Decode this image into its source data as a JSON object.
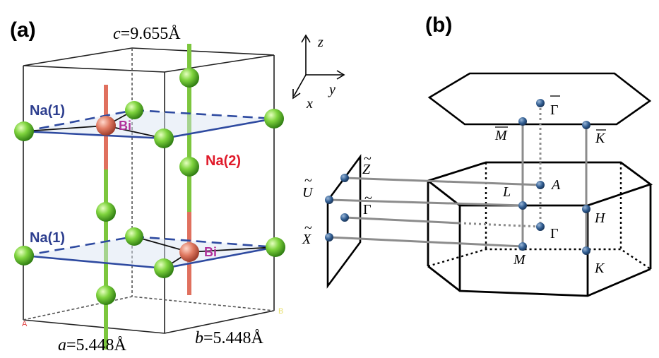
{
  "panels": {
    "a_label": "(a)",
    "b_label": "(b)"
  },
  "lattice": {
    "c_var": "c",
    "c_value": "=9.655Å",
    "a_var": "a",
    "a_value": "=5.448Å",
    "b_var": "b",
    "b_value": "=5.448Å"
  },
  "atoms": {
    "na1_top": "Na(1)",
    "na1_bottom": "Na(1)",
    "na2": "Na(2)",
    "bi_top": "Bi",
    "bi_bottom": "Bi"
  },
  "axes": {
    "z": "z",
    "y": "y",
    "x": "x"
  },
  "corner_marks": {
    "a_corner": "A",
    "b_corner": "B"
  },
  "colors": {
    "na_sphere": "#6fc73a",
    "bi_sphere": "#e2806a",
    "na_bond": "#7cc63d",
    "bi_bond": "#e0705e",
    "plane_line": "#2e4aa0",
    "kpoint": "#2f5b8f",
    "kpath": "#8c8c8c"
  },
  "kpoints": {
    "gamma_bar": "Γ",
    "m_bar": "M",
    "k_bar": "K",
    "z_tilde": "Z",
    "u_tilde": "U",
    "gamma_tilde": "Γ",
    "x_tilde": "X",
    "tilde_mark": "~",
    "L": "L",
    "A": "A",
    "H": "H",
    "Gamma": "Γ",
    "M": "M",
    "K": "K"
  }
}
